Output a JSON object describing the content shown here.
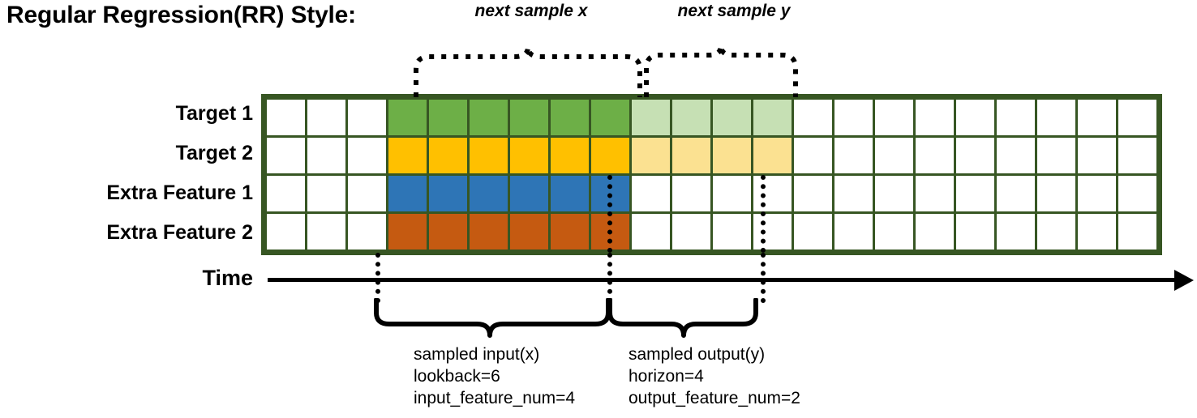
{
  "title": "Regular Regression(RR) Style:",
  "rows": [
    {
      "label": "Target 1",
      "name": "target-1"
    },
    {
      "label": "Target 2",
      "name": "target-2"
    },
    {
      "label": "Extra Feature 1",
      "name": "extra-feature-1"
    },
    {
      "label": "Extra Feature 2",
      "name": "extra-feature-2"
    }
  ],
  "time_label": "Time",
  "grid": {
    "columns": 22,
    "rows": 4,
    "border_color": "#375623",
    "empty_color": "#ffffff",
    "cell_colors": [
      [
        "#ffffff",
        "#ffffff",
        "#ffffff",
        "#6DAF47",
        "#6DAF47",
        "#6DAF47",
        "#6DAF47",
        "#6DAF47",
        "#6DAF47",
        "#C6E0B4",
        "#C6E0B4",
        "#C6E0B4",
        "#C6E0B4",
        "#ffffff",
        "#ffffff",
        "#ffffff",
        "#ffffff",
        "#ffffff",
        "#ffffff",
        "#ffffff",
        "#ffffff",
        "#ffffff"
      ],
      [
        "#ffffff",
        "#ffffff",
        "#ffffff",
        "#FFC000",
        "#FFC000",
        "#FFC000",
        "#FFC000",
        "#FFC000",
        "#FFC000",
        "#FBE191",
        "#FBE191",
        "#FBE191",
        "#FBE191",
        "#ffffff",
        "#ffffff",
        "#ffffff",
        "#ffffff",
        "#ffffff",
        "#ffffff",
        "#ffffff",
        "#ffffff",
        "#ffffff"
      ],
      [
        "#ffffff",
        "#ffffff",
        "#ffffff",
        "#2E75B6",
        "#2E75B6",
        "#2E75B6",
        "#2E75B6",
        "#2E75B6",
        "#2E75B6",
        "#ffffff",
        "#ffffff",
        "#ffffff",
        "#ffffff",
        "#ffffff",
        "#ffffff",
        "#ffffff",
        "#ffffff",
        "#ffffff",
        "#ffffff",
        "#ffffff",
        "#ffffff",
        "#ffffff"
      ],
      [
        "#ffffff",
        "#ffffff",
        "#ffffff",
        "#C55A11",
        "#C55A11",
        "#C55A11",
        "#C55A11",
        "#C55A11",
        "#C55A11",
        "#ffffff",
        "#ffffff",
        "#ffffff",
        "#ffffff",
        "#ffffff",
        "#ffffff",
        "#ffffff",
        "#ffffff",
        "#ffffff",
        "#ffffff",
        "#ffffff",
        "#ffffff",
        "#ffffff"
      ]
    ]
  },
  "top_annotations": [
    {
      "label": "next sample x",
      "name": "next-sample-x"
    },
    {
      "label": "next sample y",
      "name": "next-sample-y"
    }
  ],
  "bottom_annotations": [
    {
      "name": "sampled-input",
      "line1": "sampled input(x)",
      "line2": "lookback=6",
      "line3": "input_feature_num=4"
    },
    {
      "name": "sampled-output",
      "line1": "sampled output(y)",
      "line2": "horizon=4",
      "line3": "output_feature_num=2"
    }
  ]
}
